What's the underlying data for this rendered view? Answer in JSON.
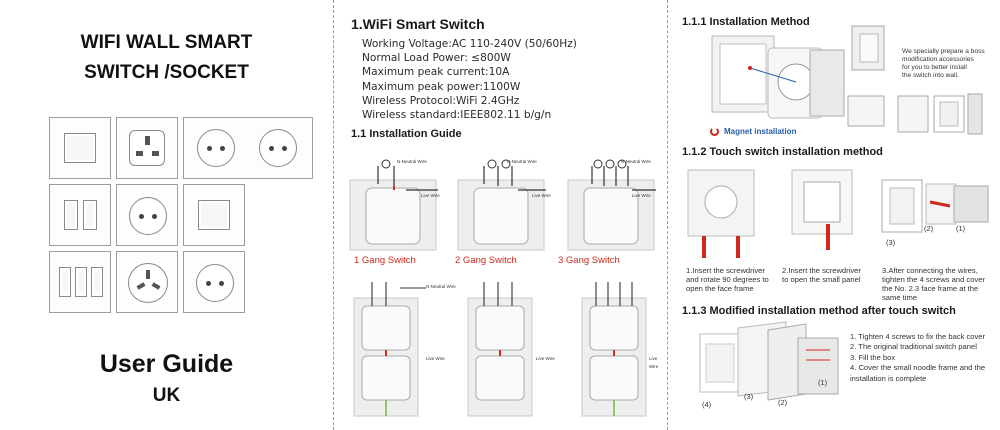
{
  "cover": {
    "title_line1": "WIFI WALL SMART",
    "title_line2": "SWITCH /SOCKET",
    "guide_title": "User Guide",
    "guide_subtitle": "UK"
  },
  "specs": {
    "title": "1.WiFi Smart Switch",
    "lines": [
      "Working Voltage:AC 110-240V (50/60Hz)",
      "Normal Load Power: ≤800W",
      "Maximum peak current:10A",
      "Maximum peak power:1100W",
      "Wireless Protocol:WiFi 2.4GHz",
      "Wireless standard:IEEE802.11 b/g/n"
    ]
  },
  "install_guide": {
    "title": "1.1 Installation Guide",
    "neutral_label": "N-Neutral Wire",
    "live_label": "Live Wire",
    "gangs": [
      "1 Gang Switch",
      "2 Gang Switch",
      "3 Gang Switch"
    ]
  },
  "method": {
    "title": "1.1.1 Installation Method",
    "note": [
      "We specially prepare a boss",
      "modification accessories",
      "for you to better install",
      "the switch into wall."
    ],
    "magnet_label": "Magnet installation"
  },
  "touch": {
    "title": "1.1.2 Touch switch installation method",
    "captions": [
      [
        "1.Insert the screwdriver",
        "and rotate 90 degrees to",
        "open the face frame"
      ],
      [
        "2.Insert the screwdriver",
        "to open the small panel"
      ],
      [
        "3.After connecting the wires,",
        "tighten the 4 screws and cover",
        "the No. 2.3 face frame at the",
        "same time"
      ]
    ],
    "nums": [
      "(3)",
      "(2)",
      "(1)"
    ]
  },
  "modified": {
    "title": "1.1.3 Modified installation method after touch switch",
    "steps": [
      "1. Tighten 4 screws to fix the back cover",
      "2. The original traditional switch panel",
      "3. Fill the box",
      "4. Cover the small noodle frame and the",
      "installation is complete"
    ],
    "nums": [
      "(4)",
      "(3)",
      "(2)",
      "(1)"
    ]
  },
  "colors": {
    "accent_red": "#d0281c",
    "magnet_blue": "#2660a8",
    "divider": "#9a9a9a"
  }
}
